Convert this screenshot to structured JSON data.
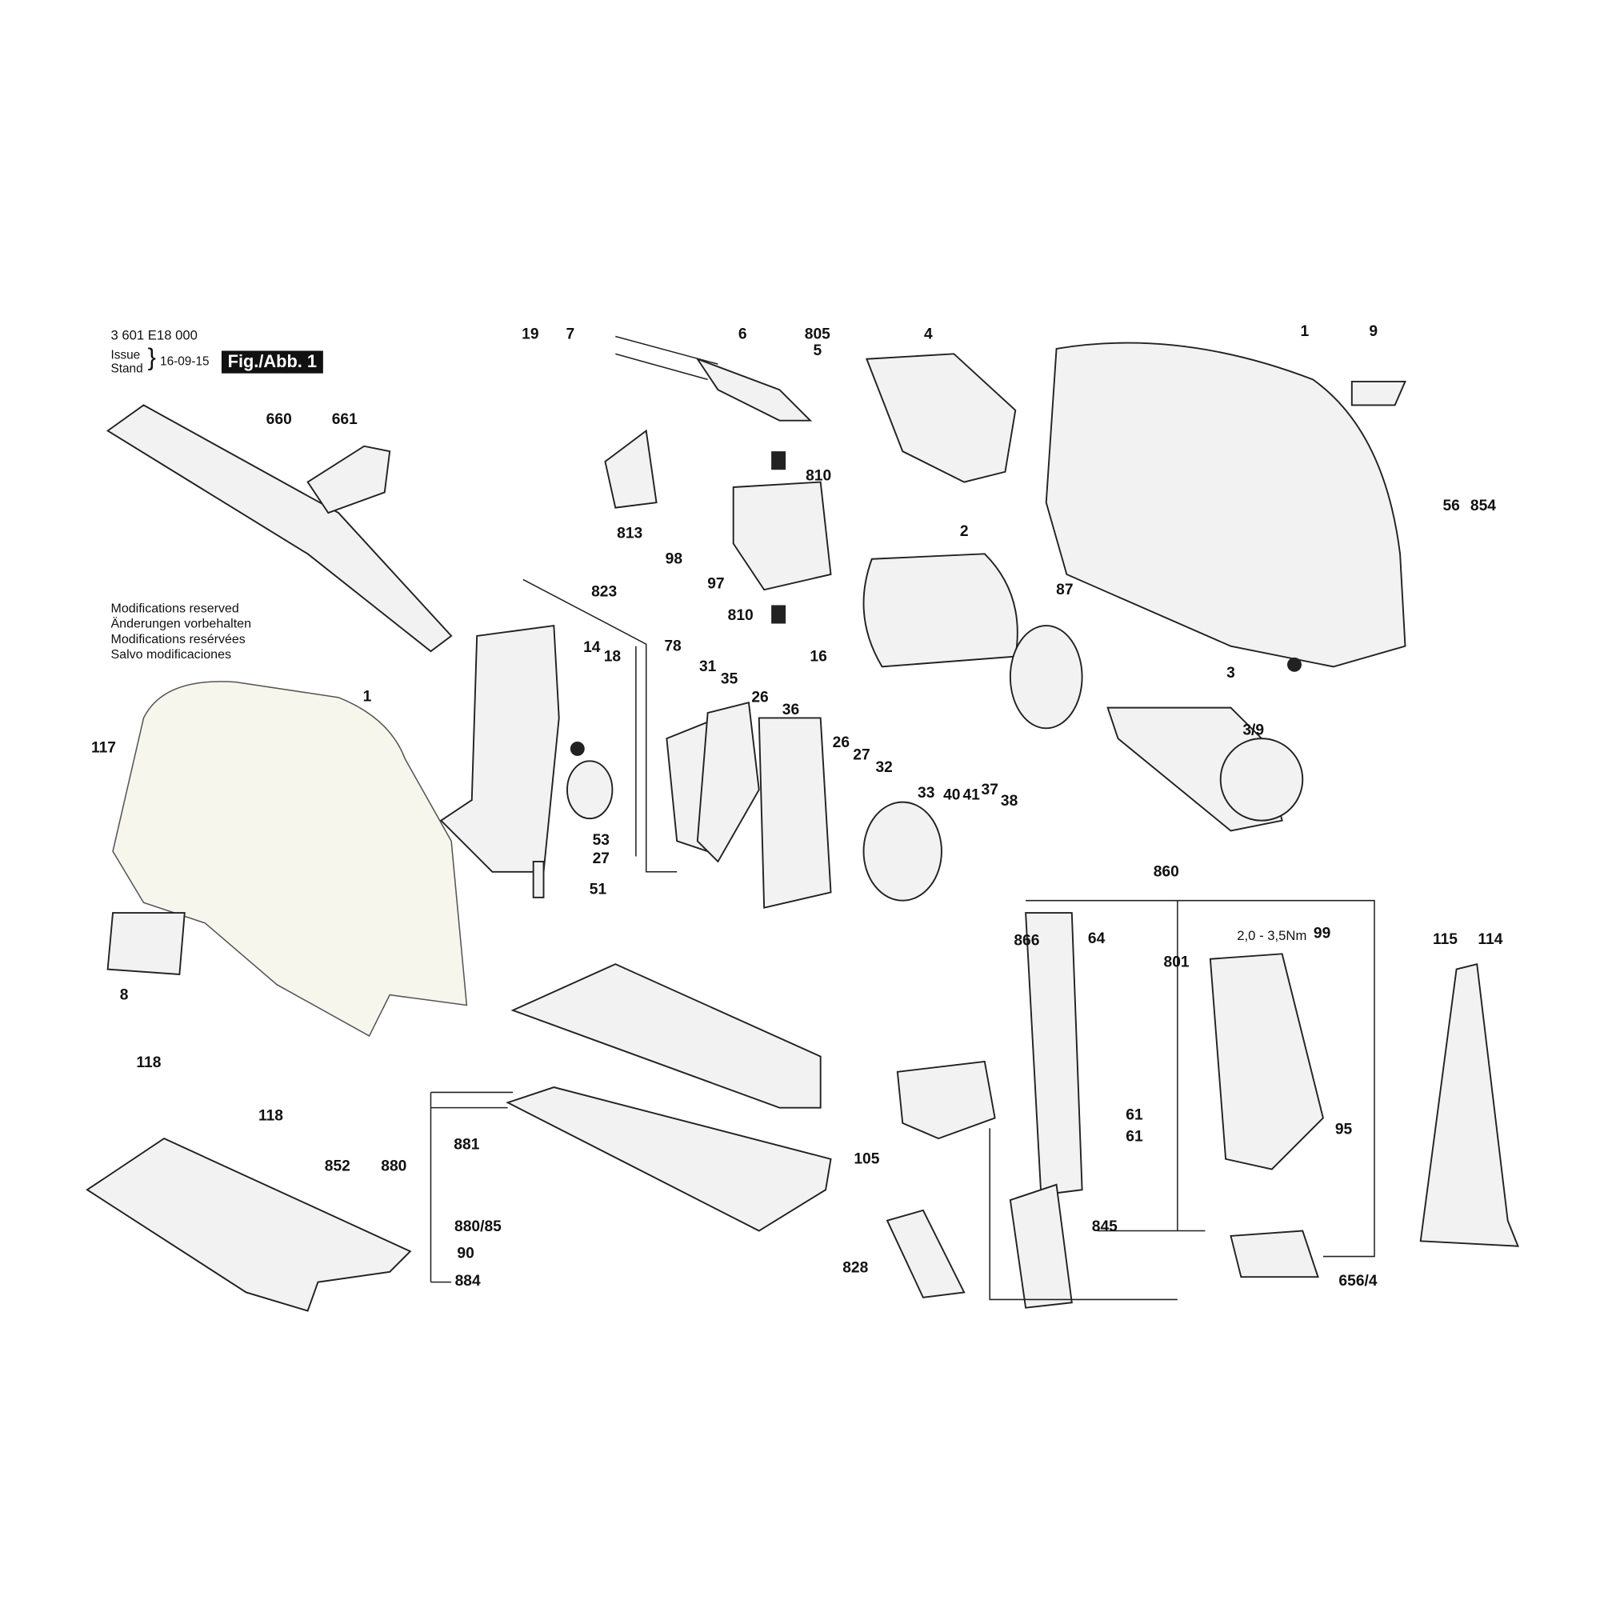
{
  "header": {
    "part_number": "3 601 E18 000",
    "issue_label": "Issue",
    "stand_label": "Stand",
    "date": "16-09-15",
    "figure": "Fig./Abb. 1"
  },
  "notice": [
    "Modifications reserved",
    "Änderungen vorbehalten",
    "Modifications resérvées",
    "Salvo modificaciones"
  ],
  "torque": "2,0 - 3,5Nm",
  "callouts": [
    "19",
    "7",
    "6",
    "805",
    "5",
    "4",
    "1",
    "9",
    "660",
    "661",
    "810",
    "56",
    "854",
    "813",
    "98",
    "2",
    "97",
    "823",
    "87",
    "78",
    "14",
    "18",
    "16",
    "810",
    "3",
    "31",
    "35",
    "1",
    "26",
    "36",
    "3/9",
    "117",
    "26",
    "27",
    "32",
    "33",
    "40",
    "41",
    "37",
    "38",
    "53",
    "27",
    "51",
    "860",
    "866",
    "64",
    "801",
    "99",
    "115",
    "114",
    "8",
    "118",
    "118",
    "61",
    "61",
    "95",
    "881",
    "105",
    "852",
    "880",
    "845",
    "880/85",
    "90",
    "828",
    "884",
    "656/4"
  ]
}
